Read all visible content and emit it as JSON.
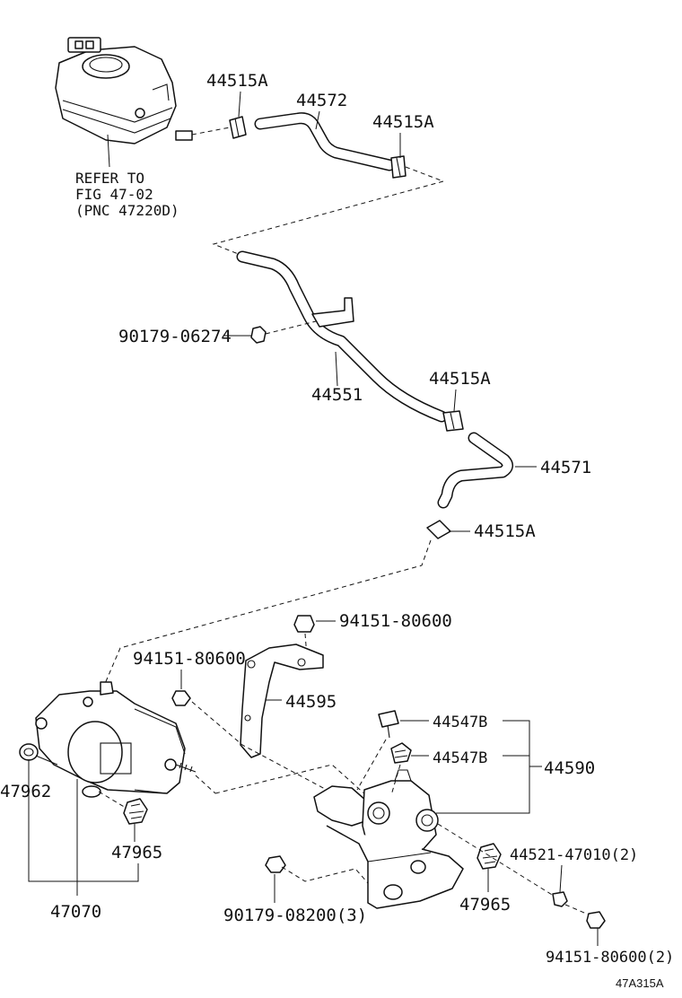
{
  "labels": {
    "p44515a_1": "44515A",
    "p44572": "44572",
    "p44515a_2": "44515A",
    "refer_1": "REFER TO",
    "refer_2": "FIG 47-02",
    "refer_3": "(PNC 47220D)",
    "p90179_06274": "90179-06274",
    "p44551": "44551",
    "p44515a_3": "44515A",
    "p44571": "44571",
    "p44515a_4": "44515A",
    "p94151_80600_top": "94151-80600",
    "p94151_80600_left": "94151-80600",
    "p44595": "44595",
    "p44547b_1": "44547B",
    "p44547b_2": "44547B",
    "p44590": "44590",
    "p47962": "47962",
    "p47965_left": "47965",
    "p47070": "47070",
    "p44521_47010": "44521-47010(2)",
    "p90179_08200": "90179-08200(3)",
    "p47965_right": "47965",
    "p94151_80600_2": "94151-80600(2)",
    "figure_code": "47A315A"
  }
}
